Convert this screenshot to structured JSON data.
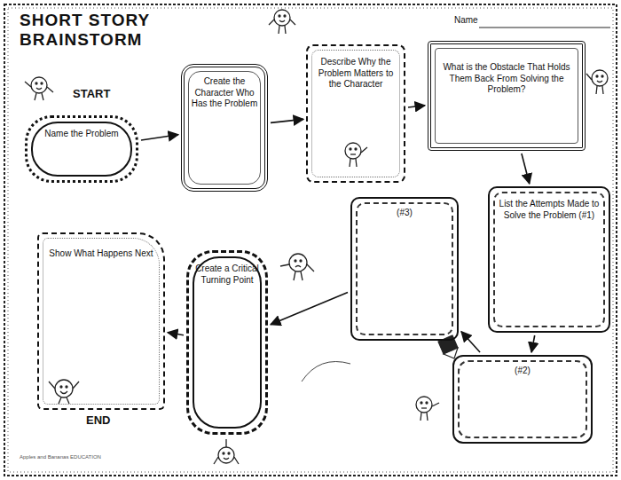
{
  "diagram": {
    "title": "SHORT STORY BRAINSTORM",
    "nodes": [
      {
        "text": [
          "Name the Problem"
        ]
      },
      {
        "text": [
          "Create the Character Who Has the Problem"
        ]
      },
      {
        "text": [
          "Describe Why the Problem Matters to the Character"
        ]
      },
      {
        "text": [
          "What is the Obstacle That Holds Them Back From Solving the Problem?"
        ]
      },
      {
        "text": [
          "List the Attempts Made to Solve the Problem (#1)"
        ]
      },
      {
        "text": [
          "(#2)"
        ]
      },
      {
        "text": [
          "(#3)"
        ]
      },
      {
        "text": [
          "Create a Critical Turning Point"
        ]
      },
      {
        "text": [
          "Show What Happens Next"
        ]
      }
    ],
    "edges": [
      {
        "from": 0,
        "to": 1,
        "arrow": "to"
      },
      {
        "from": 1,
        "to": 2,
        "arrow": "to"
      },
      {
        "from": 2,
        "to": 3,
        "arrow": "to"
      },
      {
        "from": 3,
        "to": 4,
        "arrow": "to"
      },
      {
        "from": 4,
        "to": 5,
        "arrow": "to"
      },
      {
        "from": 5,
        "to": 6,
        "arrow": "to"
      },
      {
        "from": 6,
        "to": 7,
        "arrow": "to"
      },
      {
        "from": 7,
        "to": 8,
        "arrow": "to"
      }
    ],
    "labels": [
      "Name",
      "START",
      "END",
      "Apples and Bananas EDUCATION"
    ]
  }
}
